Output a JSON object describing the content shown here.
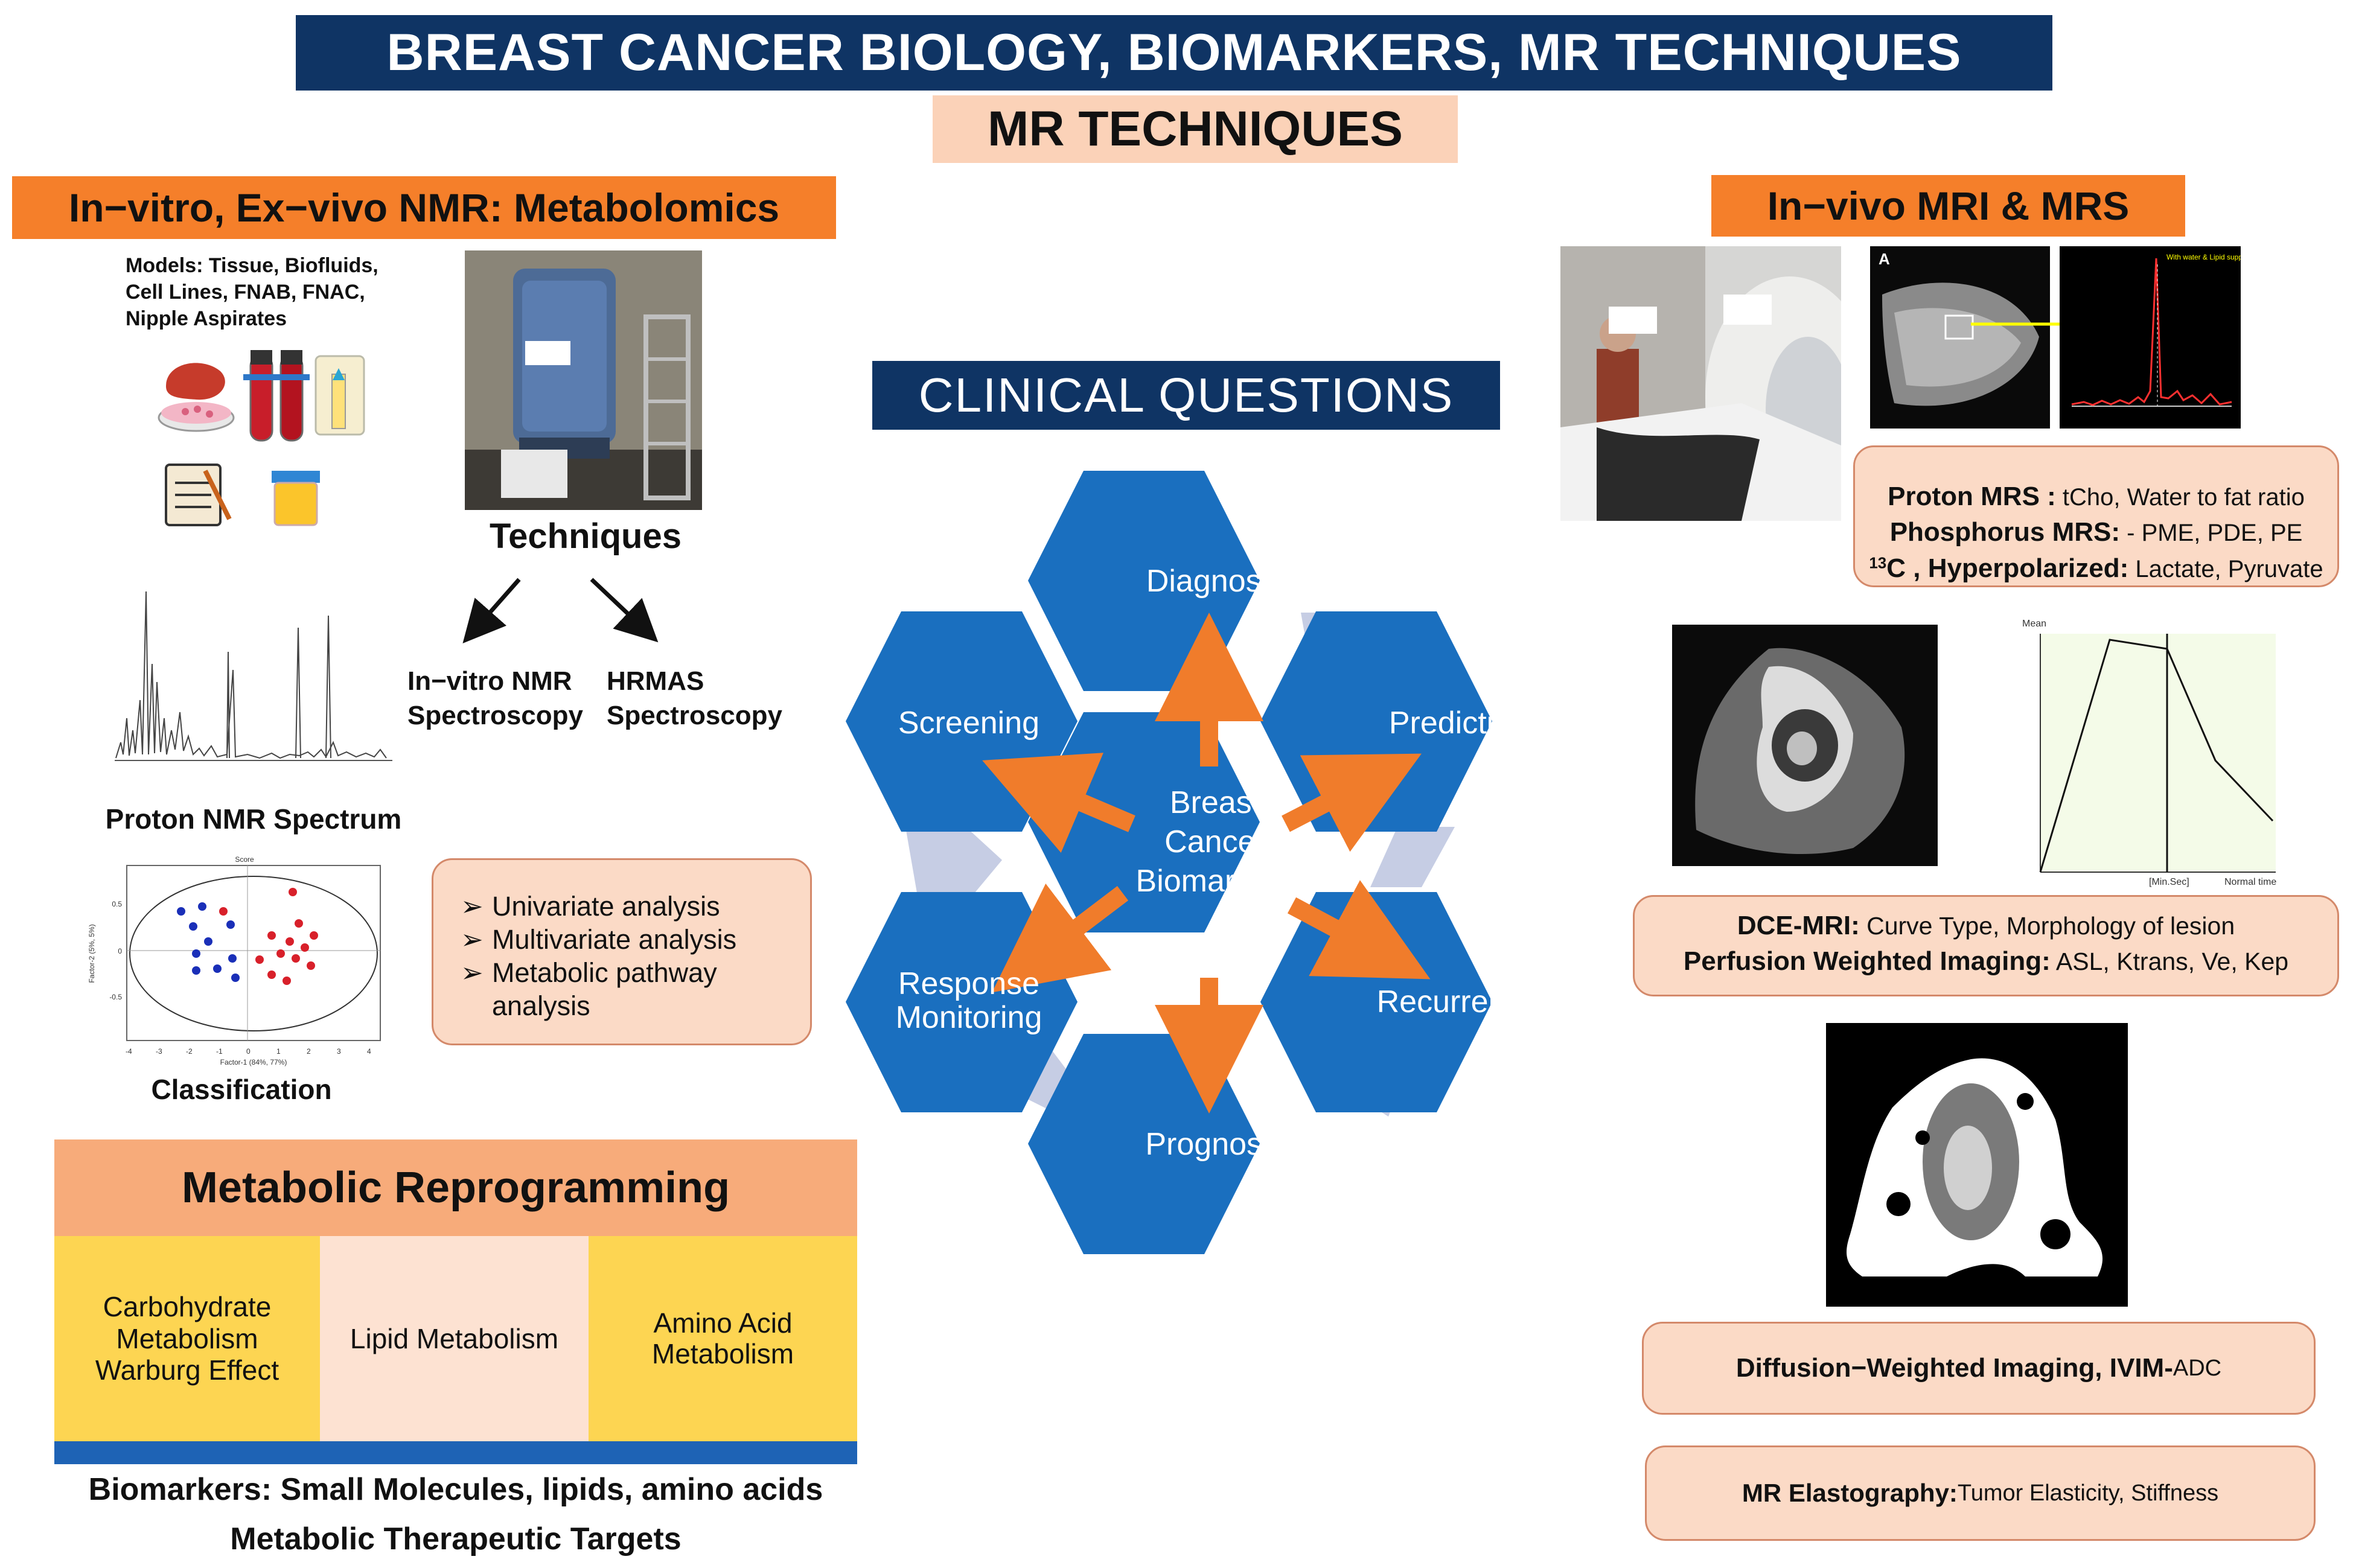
{
  "header": {
    "title": "BREAST CANCER BIOLOGY, BIOMARKERS, MR TECHNIQUES",
    "subtitle": "MR TECHNIQUES"
  },
  "left": {
    "heading": "In−vitro, Ex−vivo NMR: Metabolomics",
    "models_text": "Models: Tissue, Biofluids, Cell Lines, FNAB, FNAC, Nipple Aspirates",
    "techniques_label": "Techniques",
    "technique_1": "In−vitro NMR Spectroscopy",
    "technique_2": "HRMAS Spectroscopy",
    "spectrum_label": "Proton NMR Spectrum",
    "classification_label": "Classification",
    "plot_title": "Score",
    "plot_xlabel": "Factor-1 (84%, 77%)",
    "plot_ylabel": "Factor-2 (5%, 5%)",
    "analysis_items": [
      "Univariate analysis",
      "Multivariate analysis",
      "Metabolic pathway analysis"
    ],
    "reprogramming": {
      "title": "Metabolic Reprogramming",
      "cells": [
        "Carbohydrate Metabolism Warburg Effect",
        "Lipid Metabolism",
        "Amino Acid Metabolism"
      ]
    },
    "footer_1": "Biomarkers: Small Molecules, lipids, amino acids",
    "footer_2": "Metabolic Therapeutic Targets"
  },
  "center": {
    "heading": "CLINICAL QUESTIONS",
    "hub": "Breast Cancer Biomarkers",
    "nodes": {
      "diagnosis": "Diagnosis",
      "screening": "Screening",
      "predictive": "Predictive",
      "response": "Response Monitoring",
      "recurrence": "Recurrence",
      "prognosis": "Prognosis"
    },
    "colors": {
      "hex": "#1a6fbf",
      "arrow": "#f07c2b",
      "link": "#c6cde4"
    }
  },
  "right": {
    "heading": "In−vivo MRI & MRS",
    "mrs_panel_letter": "A",
    "mrs_legend": "With water & Lipid supp",
    "mrs_box": {
      "line1_bold": "Proton MRS :",
      "line1_rest": " tCho, Water to fat ratio",
      "line2_bold": "Phosphorus MRS:",
      "line2_rest": " - PME, PDE, PE",
      "line3_sup": "13",
      "line3_bold": "C , Hyperpolarized:",
      "line3_rest": " Lactate, Pyruvate"
    },
    "curve_ylabel": "Mean",
    "curve_xlabel": "[Min.Sec]",
    "curve_note": "Normal time",
    "dce_box": {
      "line1_bold": "DCE-MRI:",
      "line1_rest": " Curve Type, Morphology of lesion",
      "line2_bold": "Perfusion Weighted Imaging:",
      "line2_rest": " ASL, Ktrans, Ve, Kep"
    },
    "dwi_box": {
      "bold": "Diffusion−Weighted Imaging, IVIM-",
      "rest": " ADC"
    },
    "mre_box": {
      "bold": "MR Elastography:",
      "rest": " Tumor Elasticity, Stiffness"
    }
  }
}
